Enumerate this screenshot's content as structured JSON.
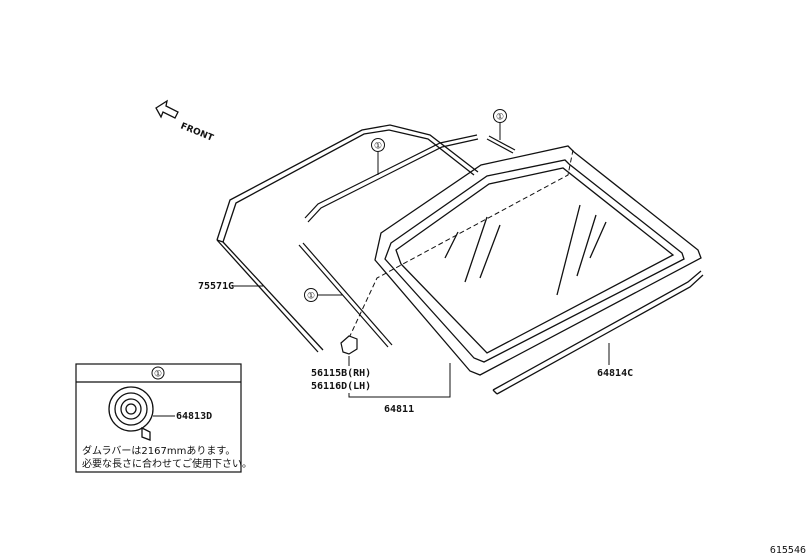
{
  "labels": {
    "front": "FRONT",
    "callout_symbol": "①",
    "part_75571g": "75571G",
    "part_56115b": "56115B(RH)",
    "part_56116d": "56116D(LH)",
    "part_64811": "64811",
    "part_64814c": "64814C",
    "part_64813d": "64813D"
  },
  "legend_box": {
    "header": "①",
    "note_line1": "ダムラバーは2167mmあります。",
    "note_line2": "必要な長さに合わせてご使用下さい。"
  },
  "reference_number": "615546"
}
